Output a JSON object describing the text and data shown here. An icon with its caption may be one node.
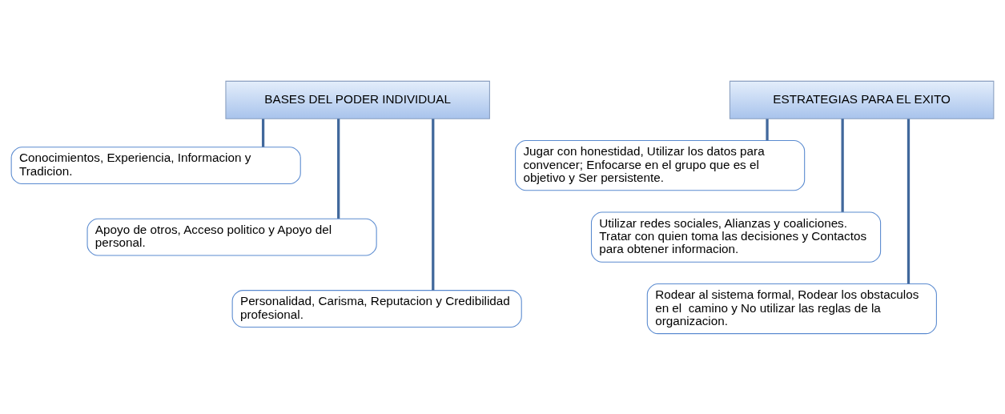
{
  "diagram": {
    "nodes": [
      {
        "text": [
          "BASES DEL PODER INDIVIDUAL"
        ]
      },
      {
        "text": [
          "Conocimientos, Experiencia, Informacion y Tradicion."
        ]
      },
      {
        "text": [
          "Apoyo de otros, Acceso politico y Apoyo del personal."
        ]
      },
      {
        "text": [
          "Personalidad, Carisma, Reputacion y Credibilidad profesional."
        ]
      },
      {
        "text": [
          "ESTRATEGIAS PARA EL EXITO"
        ]
      },
      {
        "text": [
          "Jugar con honestidad, Utilizar los datos para convencer; Enfocarse en el grupo que es el objetivo y Ser persistente."
        ]
      },
      {
        "text": [
          "Utilizar redes sociales, Alianzas y coaliciones. Tratar con quien toma las decisiones y Contactos para obtener informacion."
        ]
      },
      {
        "text": [
          "Rodear al sistema formal, Rodear los obstaculos en el  camino y No utilizar las reglas de la organizacion."
        ]
      }
    ],
    "edges": [
      {
        "from": 0,
        "to": 1,
        "arrow": "none"
      },
      {
        "from": 0,
        "to": 2,
        "arrow": "none"
      },
      {
        "from": 0,
        "to": 3,
        "arrow": "none"
      },
      {
        "from": 4,
        "to": 5,
        "arrow": "none"
      },
      {
        "from": 4,
        "to": 6,
        "arrow": "none"
      },
      {
        "from": 4,
        "to": 7,
        "arrow": "none"
      }
    ]
  }
}
